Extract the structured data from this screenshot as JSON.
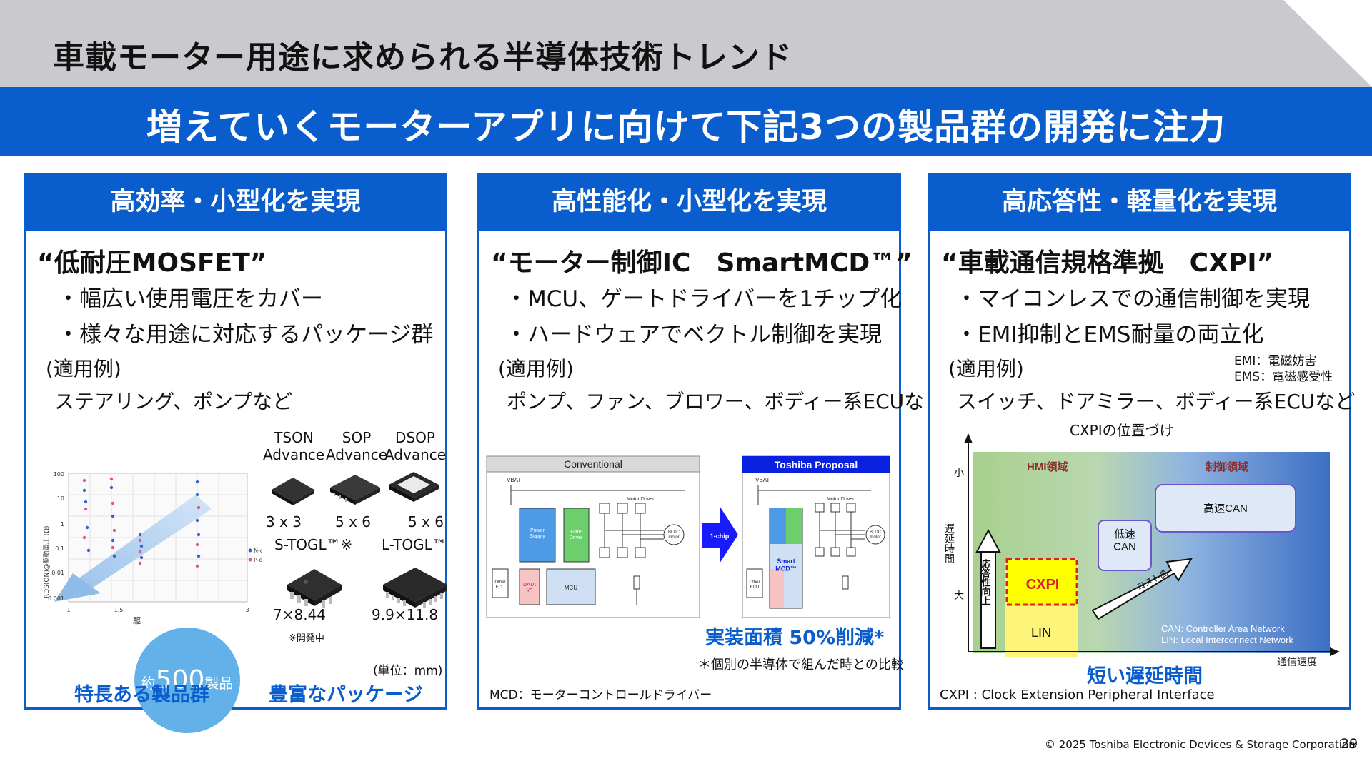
{
  "title": "車載モーター用途に求められる半導体技術トレンド",
  "headline": "増えていくモーターアプリに向けて下記3つの製品群の開発に注力",
  "colors": {
    "brand_blue": "#0a5dcc",
    "title_band": "#c9c9ce",
    "badge": "#62b1e8"
  },
  "panels": [
    {
      "header": "高効率・小型化を実現",
      "product": "“低耐圧MOSFET”",
      "bullets": [
        "幅広い使用電圧をカバー",
        "様々な用途に対応するパッケージ群"
      ],
      "example_label": "(適用例)",
      "example_text": "ステアリング、ポンプなど",
      "graph": {
        "y_ticks": [
          "100",
          "10",
          "1",
          "0.1",
          "0.01",
          "0.001"
        ],
        "x_ticks": [
          "1",
          "1.5",
          "",
          "3"
        ],
        "y_label": "RDS(ON)@駆動電圧 (Ω)",
        "x_label": "駆",
        "legend": [
          "N-ch",
          "P-ch"
        ]
      },
      "badge": {
        "prefix": "約",
        "number": "500",
        "suffix": "製品"
      },
      "packages": [
        {
          "label": "TSON\nAdvance",
          "size": "3 x 3"
        },
        {
          "label": "SOP\nAdvance",
          "size": "5 x 6"
        },
        {
          "label": "DSOP\nAdvance",
          "size": "5 x 6"
        },
        {
          "label": "S-TOGL™※",
          "size": "7×8.44"
        },
        {
          "label": "L-TOGL™",
          "size": "9.9×11.8"
        }
      ],
      "dev_note": "※開発中",
      "unit": "(単位：mm)",
      "caption_left": "特長ある製品群",
      "caption_right": "豊富なパッケージ"
    },
    {
      "header": "高性能化・小型化を実現",
      "product": "“モーター制御IC　SmartMCD™”",
      "bullets": [
        "MCU、ゲートドライバーを1チップ化",
        "ハードウェアでベクトル制御を実現"
      ],
      "example_label": "(適用例)",
      "example_text": "ポンプ、ファン、ブロワー、ボディー系ECUなど",
      "diagram": {
        "left_title": "Conventional",
        "right_title": "Toshiba Proposal",
        "arrow_label": "1-chip",
        "vbat": "VBAT",
        "motor_driver": "Motor Driver",
        "power_supply": "Power\nSupply",
        "gate_driver": "Gate\nDriver",
        "data_if": "DATA\nI/F",
        "mcu": "MCU",
        "other_ecu": "Other\nECU",
        "bldc": "BLDC\nmotor",
        "smart_mcd": "Smart\nMCD™"
      },
      "result": "実装面積 50%削減*",
      "result_note": "＊個別の半導体で組んだ時との比較",
      "footnote": "MCD：モーターコントロールドライバー"
    },
    {
      "header": "高応答性・軽量化を実現",
      "product": "“車載通信規格準拠　CXPI”",
      "bullets": [
        "マイコンレスでの通信制御を実現",
        "EMI抑制とEMS耐量の両立化"
      ],
      "example_label": "(適用例)",
      "example_text": "スイッチ、ドアミラー、ボディー系ECUなど",
      "emi_note": "EMI：電磁妨害",
      "ems_note": "EMS：電磁感受性",
      "chart_title": "CXPIの位置づけ",
      "hmi_region": "HMI領域",
      "control_region": "制御領域",
      "y_small": "小",
      "y_large": "大",
      "y_axis": "遅延時間",
      "response_up": "応答性向上",
      "cxpi": "CXPI",
      "lin": "LIN",
      "low_can": "低速\nCAN",
      "high_can": "高速CAN",
      "cost": "コスト高",
      "can_def": "CAN: Controller Area Network",
      "lin_def": "LIN: Local Interconnect Network",
      "x_axis": "通信速度",
      "short_latency": "短い遅延時間",
      "footnote": "CXPI : Clock Extension Peripheral Interface"
    }
  ],
  "copyright": "© 2025 Toshiba Electronic Devices & Storage Corporation",
  "page_number": "29"
}
